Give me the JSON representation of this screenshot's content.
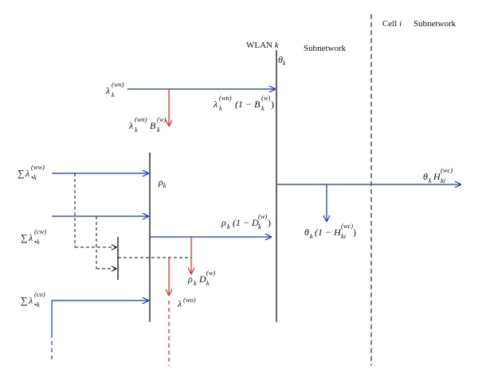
{
  "colors": {
    "blue": "#1a2fd6",
    "red": "#e0211d",
    "black": "#111111"
  },
  "headers": {
    "wlan": "WLAN",
    "wlan_index": "k",
    "wlan_subnetwork": "Subnetwork",
    "cell": "Cell",
    "cell_index": "i",
    "cell_subnetwork": "Subnetwork"
  },
  "labels": {
    "theta_k": {
      "base": "θ",
      "sub": "k"
    },
    "rho_k": {
      "base": "ρ",
      "sub": "k"
    },
    "lambda_wn": {
      "base": "λ",
      "sub": "k",
      "sup": "(wn)"
    },
    "lambda_wn_pass": {
      "base": "λ",
      "sub": "k",
      "sup": "(wn)",
      "tail": "(1 − B",
      "tail_sub": "k",
      "tail_sup": "(w)",
      "tail_end": ")"
    },
    "lambda_wn_block": {
      "base": "λ",
      "sub": "k",
      "sup": "(wn)",
      "tail": "B",
      "tail_sub": "k",
      "tail_sup": "(w)"
    },
    "sum_ww": {
      "sigma": "∑",
      "base": "λ",
      "sub": "•k",
      "sup": "(ww)"
    },
    "sum_cw": {
      "sigma": "∑",
      "base": "λ",
      "sub": "•k",
      "sup": "(cw)"
    },
    "sum_co": {
      "sigma": "∑",
      "base": "λ",
      "sub": "•k",
      "sup": "(co)"
    },
    "rho_pass": {
      "base": "ρ",
      "sub": "k",
      "tail": "(1 − D",
      "tail_sub": "k",
      "tail_sup": "(w)",
      "tail_end": ")"
    },
    "rho_block": {
      "base": "ρ",
      "sub": "k",
      "tail": "D",
      "tail_sub": "k",
      "tail_sup": "(w)"
    },
    "lambda_wo": {
      "base": "λ",
      "sup": "(wo)"
    },
    "theta_H": {
      "base": "θ",
      "sub": "k",
      "tail": "H",
      "tail_sub": "ki",
      "tail_sup": "(wc)"
    },
    "theta_notH": {
      "base": "θ",
      "sub": "k",
      "tail": "(1 − H",
      "tail_sub": "ki",
      "tail_sup": "(wc)",
      "tail_end": ")"
    }
  }
}
